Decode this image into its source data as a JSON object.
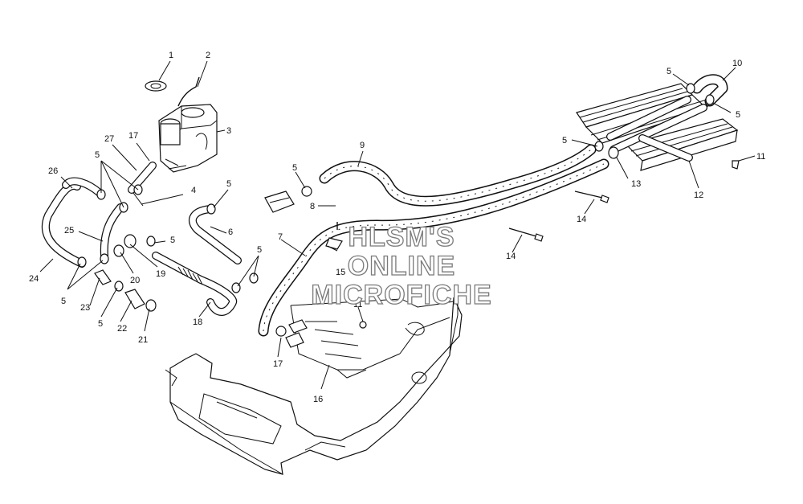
{
  "watermark": {
    "line1": "HLSM'S",
    "line2": "ONLINE",
    "line3": "MICROFICHE"
  },
  "callouts": [
    {
      "id": "c1",
      "text": "1"
    },
    {
      "id": "c2",
      "text": "2"
    },
    {
      "id": "c3",
      "text": "3"
    },
    {
      "id": "c4",
      "text": "4"
    },
    {
      "id": "c5a",
      "text": "5"
    },
    {
      "id": "c5b",
      "text": "5"
    },
    {
      "id": "c5c",
      "text": "5"
    },
    {
      "id": "c5d",
      "text": "5"
    },
    {
      "id": "c5e",
      "text": "5"
    },
    {
      "id": "c5f",
      "text": "5"
    },
    {
      "id": "c5g",
      "text": "5"
    },
    {
      "id": "c5h",
      "text": "5"
    },
    {
      "id": "c5i",
      "text": "5"
    },
    {
      "id": "c5j",
      "text": "5"
    },
    {
      "id": "c6",
      "text": "6"
    },
    {
      "id": "c7",
      "text": "7"
    },
    {
      "id": "c8",
      "text": "8"
    },
    {
      "id": "c9",
      "text": "9"
    },
    {
      "id": "c10",
      "text": "10"
    },
    {
      "id": "c11a",
      "text": "11"
    },
    {
      "id": "c11b",
      "text": "11"
    },
    {
      "id": "c12",
      "text": "12"
    },
    {
      "id": "c13",
      "text": "13"
    },
    {
      "id": "c14a",
      "text": "14"
    },
    {
      "id": "c14b",
      "text": "14"
    },
    {
      "id": "c15",
      "text": "15"
    },
    {
      "id": "c16",
      "text": "16"
    },
    {
      "id": "c17a",
      "text": "17"
    },
    {
      "id": "c17b",
      "text": "17"
    },
    {
      "id": "c18",
      "text": "18"
    },
    {
      "id": "c19",
      "text": "19"
    },
    {
      "id": "c20",
      "text": "20"
    },
    {
      "id": "c21",
      "text": "21"
    },
    {
      "id": "c22",
      "text": "22"
    },
    {
      "id": "c23",
      "text": "23"
    },
    {
      "id": "c24",
      "text": "24"
    },
    {
      "id": "c25",
      "text": "25"
    },
    {
      "id": "c26",
      "text": "26"
    },
    {
      "id": "c27",
      "text": "27"
    }
  ],
  "colors": {
    "line": "#111111",
    "background": "#ffffff",
    "watermark_outline": "#7a7a7a"
  }
}
